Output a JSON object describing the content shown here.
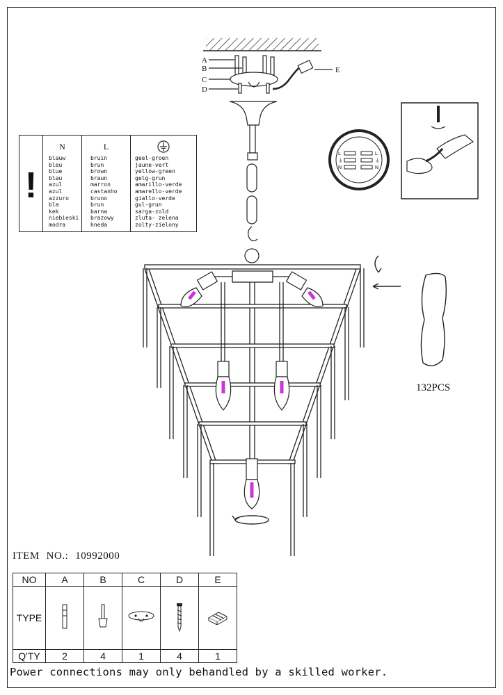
{
  "parts_labels": [
    "A",
    "B",
    "C",
    "D",
    "E"
  ],
  "color_table": {
    "neutral_label": "N",
    "neutral": [
      "blauw",
      "bleu",
      "blue",
      "blau",
      "azul",
      "azul",
      "azzuro",
      "bla",
      "kek",
      "niebieski",
      "modra"
    ],
    "live_label": "L",
    "live": [
      "bruin",
      "brun",
      "brown",
      "braun",
      "marron",
      "castanho",
      "bruno",
      "brun",
      "barna",
      "brazowy",
      "hneda"
    ],
    "ground": [
      "geel-groen",
      "jaune-vert",
      "yellow-green",
      "gelg-grun",
      "amarillo-verde",
      "amarello-verde",
      "giallo-verde",
      "gul-grun",
      "sarga-zold",
      "zluta- zelena",
      "zolty-zielony"
    ]
  },
  "terminal": {
    "left": [
      "L",
      "⏚",
      "N"
    ],
    "right": [
      "L",
      "⏚",
      "N"
    ]
  },
  "crystal_count": "132PCS",
  "item": {
    "label": "ITEM",
    "no_label": "NO.:",
    "number": "10992000"
  },
  "parts_table": {
    "no_label": "NO",
    "type_label": "TYPE",
    "qty_label": "Q'TY",
    "columns": [
      {
        "no": "A",
        "qty": "2",
        "icon": "screw-anchor-icon"
      },
      {
        "no": "B",
        "qty": "4",
        "icon": "wall-plug-icon"
      },
      {
        "no": "C",
        "qty": "1",
        "icon": "mounting-plate-icon"
      },
      {
        "no": "D",
        "qty": "4",
        "icon": "wood-screw-icon"
      },
      {
        "no": "E",
        "qty": "1",
        "icon": "terminal-block-icon"
      }
    ]
  },
  "warning": "Power connections may only behandled by a skilled worker.",
  "colors": {
    "bulb_flame": "#c838d8",
    "line": "#222222"
  }
}
